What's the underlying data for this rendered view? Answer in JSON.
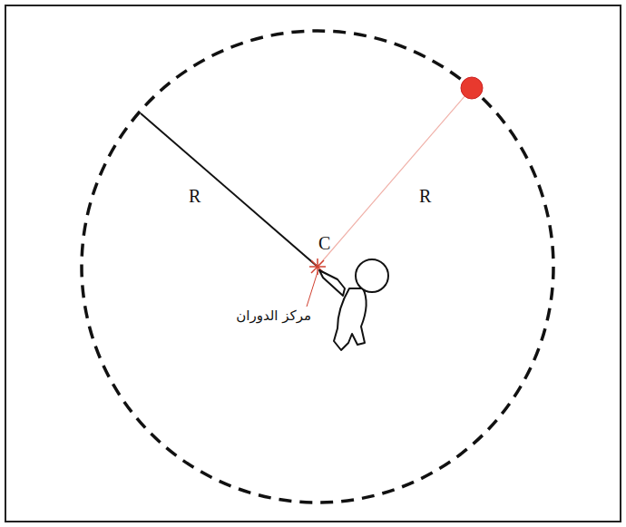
{
  "diagram": {
    "labels": [
      "R",
      "R",
      "C",
      "مركز الدوران"
    ]
  }
}
